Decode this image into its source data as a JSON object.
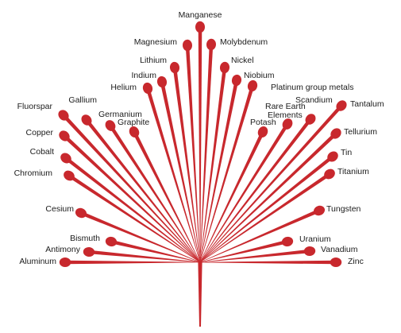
{
  "colors": {
    "stem": "#c8282d",
    "label": "#1c1c1c",
    "background": "#ffffff"
  },
  "minerals": [
    "Manganese",
    "Magnesium",
    "Molybdenum",
    "Lithium",
    "Nickel",
    "Indium",
    "Niobium",
    "Helium",
    "Platinum group metals",
    "Gallium",
    "Fluorspar",
    "Scandium",
    "Tantalum",
    "Germanium",
    "Rare Earth Elements",
    "Graphite",
    "Potash",
    "Copper",
    "Tellurium",
    "Cobalt",
    "Tin",
    "Chromium",
    "Titanium",
    "Cesium",
    "Tungsten",
    "Bismuth",
    "Uranium",
    "Antimony",
    "Vanadium",
    "Aluminum",
    "Zinc"
  ]
}
